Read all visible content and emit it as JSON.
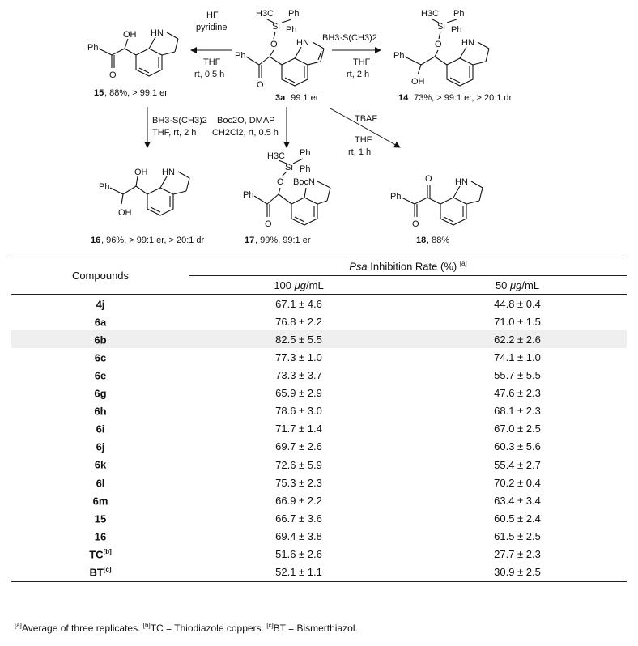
{
  "scheme": {
    "center_compound": {
      "label": "3a",
      "caption": ", 99:1 er"
    },
    "silyl": {
      "h3c": "H3C",
      "si": "Si",
      "ph_top": "Ph",
      "ph_side": "Ph",
      "o": "O"
    },
    "hn": "HN",
    "ph": "Ph",
    "oh": "OH",
    "o": "O",
    "boc_n": "BocN",
    "reactions": {
      "to_15": {
        "reagent1": "HF",
        "reagent2": "pyridine",
        "solvent": "THF",
        "cond": "rt, 0.5 h"
      },
      "to_14": {
        "reagent1": "BH3·S(CH3)2",
        "solvent": "THF",
        "cond": "rt, 2 h"
      },
      "to_16": {
        "reagent1": "BH3·S(CH3)2",
        "cond": "THF, rt, 2 h"
      },
      "to_17": {
        "reagent1": "Boc2O, DMAP",
        "cond": "CH2Cl2, rt, 0.5 h"
      },
      "to_18": {
        "reagent1": "TBAF",
        "solvent": "THF",
        "cond": "rt, 1 h"
      }
    },
    "captions": {
      "c15": {
        "label": "15",
        "text": ", 88%, > 99:1 er"
      },
      "c14": {
        "label": "14",
        "text": ", 73%, > 99:1 er, > 20:1 dr"
      },
      "c16": {
        "label": "16",
        "text": ", 96%, > 99:1 er, > 20:1 dr"
      },
      "c17": {
        "label": "17",
        "text": ", 99%, 99:1 er"
      },
      "c18": {
        "label": "18",
        "text": ", 88%"
      }
    }
  },
  "table": {
    "header_compounds": "Compounds",
    "header_rate_italic": "Psa",
    "header_rate_rest": " Inhibition  Rate (%) ",
    "header_rate_note": "[a]",
    "col1_value": "100",
    "col1_unit_italic": "μg",
    "col1_unit_rest": "/mL",
    "col2_value": "50",
    "col2_unit_italic": "μg",
    "col2_unit_rest": "/mL",
    "rows": [
      {
        "compound": "4j",
        "note": "",
        "v100": "67.1 ± 4.6",
        "v50": "44.8 ± 0.4",
        "shaded": false
      },
      {
        "compound": "6a",
        "note": "",
        "v100": "76.8 ± 2.2",
        "v50": "71.0 ± 1.5",
        "shaded": false
      },
      {
        "compound": "6b",
        "note": "",
        "v100": "82.5 ± 5.5",
        "v50": "62.2 ± 2.6",
        "shaded": true
      },
      {
        "compound": "6c",
        "note": "",
        "v100": "77.3 ± 1.0",
        "v50": "74.1 ± 1.0",
        "shaded": false
      },
      {
        "compound": "6e",
        "note": "",
        "v100": "73.3 ± 3.7",
        "v50": "55.7 ± 5.5",
        "shaded": false
      },
      {
        "compound": "6g",
        "note": "",
        "v100": "65.9 ± 2.9",
        "v50": "47.6 ± 2.3",
        "shaded": false
      },
      {
        "compound": "6h",
        "note": "",
        "v100": "78.6 ± 3.0",
        "v50": "68.1 ± 2.3",
        "shaded": false
      },
      {
        "compound": "6i",
        "note": "",
        "v100": "71.7 ± 1.4",
        "v50": "67.0 ± 2.5",
        "shaded": false
      },
      {
        "compound": "6j",
        "note": "",
        "v100": "69.7 ± 2.6",
        "v50": "60.3 ± 5.6",
        "shaded": false
      },
      {
        "compound": "6k",
        "note": "",
        "v100": "72.6 ± 5.9",
        "v50": "55.4 ± 2.7",
        "shaded": false
      },
      {
        "compound": "6l",
        "note": "",
        "v100": "75.3 ± 2.3",
        "v50": "70.2 ± 0.4",
        "shaded": false
      },
      {
        "compound": "6m",
        "note": "",
        "v100": "66.9 ± 2.2",
        "v50": "63.4 ± 3.4",
        "shaded": false
      },
      {
        "compound": "15",
        "note": "",
        "v100": "66.7 ± 3.6",
        "v50": "60.5 ± 2.4",
        "shaded": false
      },
      {
        "compound": "16",
        "note": "",
        "v100": "69.4 ± 3.8",
        "v50": "61.5 ± 2.5",
        "shaded": false
      },
      {
        "compound": "TC",
        "note": "[b]",
        "v100": "51.6 ± 2.6",
        "v50": "27.7 ± 2.3",
        "shaded": false
      },
      {
        "compound": "BT",
        "note": "[c]",
        "v100": "52.1 ± 1.1",
        "v50": "30.9 ± 2.5",
        "shaded": false
      }
    ]
  },
  "footnotes": {
    "a_mark": "[a]",
    "a_text": "Average of three replicates.  ",
    "b_mark": "[b]",
    "b_text": "TC = Thiodiazole  coppers.  ",
    "c_mark": "[c]",
    "c_text": "BT = Bismerthiazol."
  }
}
